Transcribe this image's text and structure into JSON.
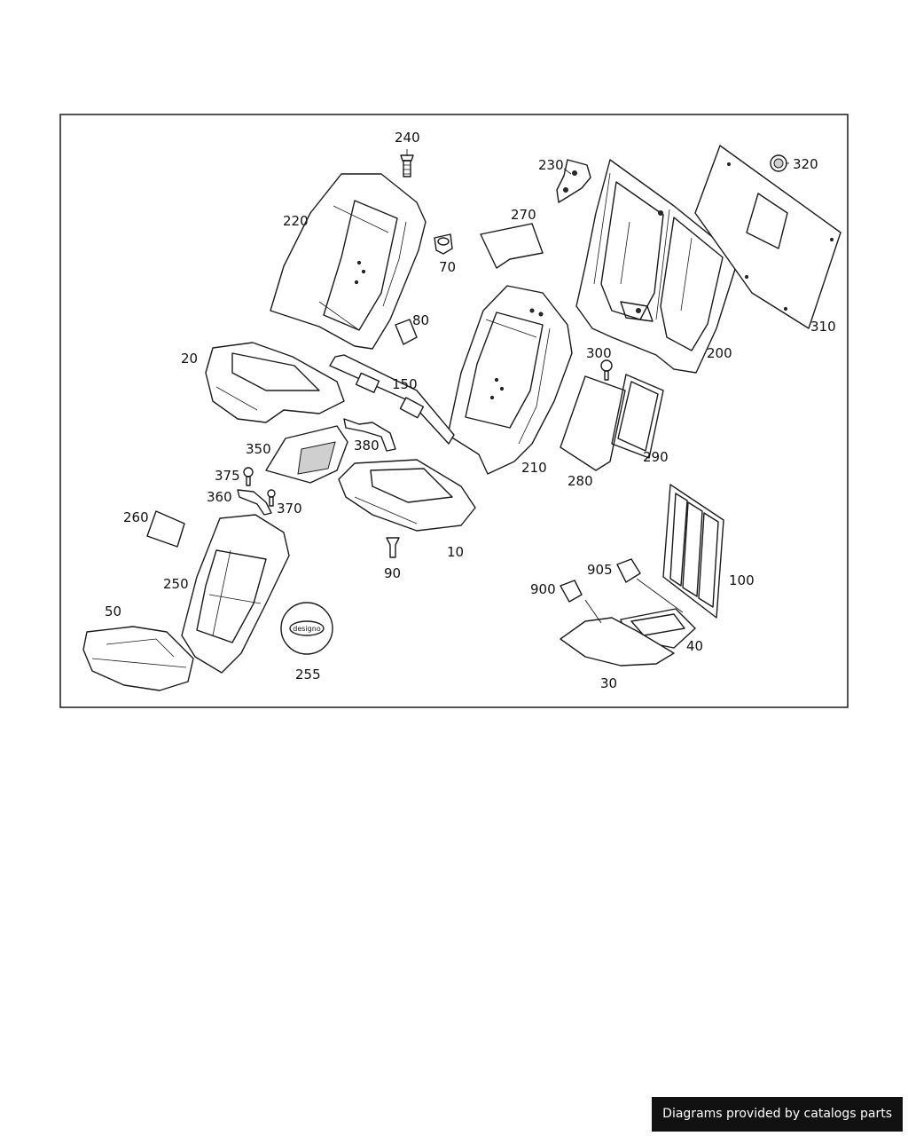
{
  "diagram": {
    "labels": {
      "p240": "240",
      "p230": "230",
      "p320": "320",
      "p220": "220",
      "p270": "270",
      "p70": "70",
      "p310": "310",
      "p80": "80",
      "p20": "20",
      "p150": "150",
      "p300": "300",
      "p200": "200",
      "p350": "350",
      "p380": "380",
      "p210": "210",
      "p290": "290",
      "p280": "280",
      "p375": "375",
      "p360": "360",
      "p370": "370",
      "p260": "260",
      "p10": "10",
      "p90": "90",
      "p905": "905",
      "p900": "900",
      "p100": "100",
      "p250": "250",
      "p50": "50",
      "p40": "40",
      "p255": "255",
      "p30": "30"
    },
    "badge_text": "designo"
  },
  "footer": {
    "credit": "Diagrams provided by catalogs parts"
  }
}
